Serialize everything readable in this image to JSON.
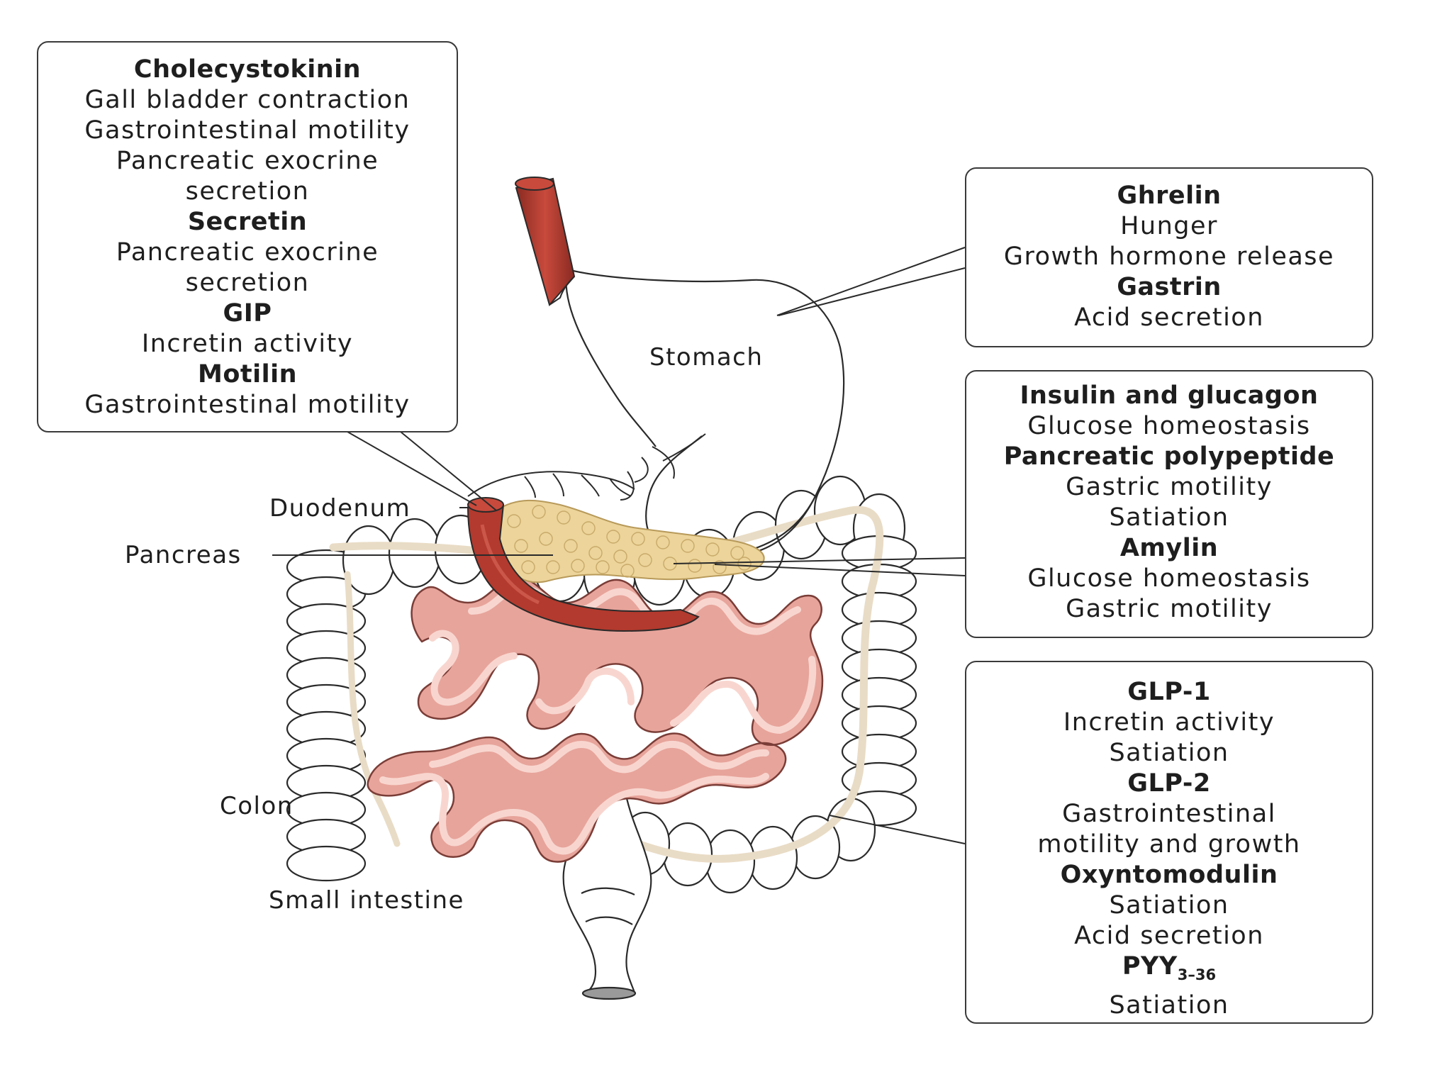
{
  "cck_box": {
    "cck_title": "Cholecystokinin",
    "cck_e1": "Gall bladder contraction",
    "cck_e2": "Gastrointestinal motility",
    "cck_e3a": "Pancreatic exocrine",
    "cck_e3b": "secretion",
    "secretin_title": "Secretin",
    "secretin_e1a": "Pancreatic exocrine",
    "secretin_e1b": "secretion",
    "gip_title": "GIP",
    "gip_e1": "Incretin activity",
    "motilin_title": "Motilin",
    "motilin_e1": "Gastrointestinal motility"
  },
  "ghrelin_box": {
    "ghrelin_title": "Ghrelin",
    "ghrelin_e1": "Hunger",
    "ghrelin_e2": "Growth hormone release",
    "gastrin_title": "Gastrin",
    "gastrin_e1": "Acid secretion"
  },
  "insulin_box": {
    "insulin_title": "Insulin and glucagon",
    "insulin_e1": "Glucose homeostasis",
    "pp_title": "Pancreatic polypeptide",
    "pp_e1": "Gastric motility",
    "pp_e2": "Satiation",
    "amylin_title": "Amylin",
    "amylin_e1": "Glucose homeostasis",
    "amylin_e2": "Gastric motility"
  },
  "glp_box": {
    "glp1_title": "GLP-1",
    "glp1_e1": "Incretin activity",
    "glp1_e2": "Satiation",
    "glp2_title": "GLP-2",
    "glp2_e1a": "Gastrointestinal",
    "glp2_e1b": "motility and growth",
    "oxm_title": "Oxyntomodulin",
    "oxm_e1": "Satiation",
    "oxm_e2": "Acid secretion",
    "pyy_title": "PYY",
    "pyy_sub": "3–36",
    "pyy_e1": "Satiation"
  },
  "labels": {
    "stomach": "Stomach",
    "duodenum": "Duodenum",
    "pancreas": "Pancreas",
    "colon": "Colon",
    "small_intestine": "Small intestine"
  },
  "colors": {
    "outline": "#2a2a2a",
    "esophagus": "#b33a2e",
    "pancreas": "#ecd49a",
    "small_intestine": "#e7a49b",
    "small_intestine_core": "#f8d6cf",
    "mesentery": "#e9dcc6"
  }
}
